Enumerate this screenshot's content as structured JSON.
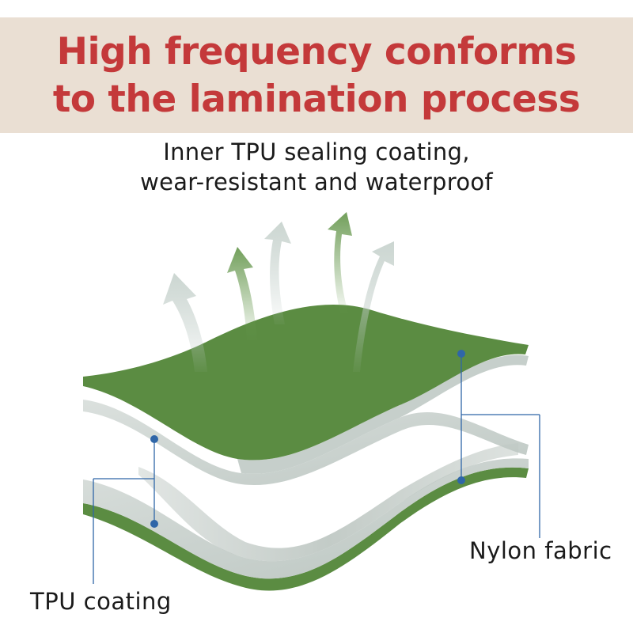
{
  "header": {
    "title_line1": "High frequency conforms",
    "title_line2": "to the lamination process"
  },
  "caption": {
    "line1": "Inner TPU sealing coating,",
    "line2": "wear-resistant and waterproof"
  },
  "labels": {
    "nylon": "Nylon fabric",
    "tpu": "TPU coating"
  },
  "colors": {
    "title": "#c4393a",
    "banner": "#eadfd3",
    "fabric_green": "#5b8c42",
    "tpu_film": "#c7d0cc",
    "arrow_green": "#6a9a52",
    "leader_blue": "#2f66a8"
  }
}
